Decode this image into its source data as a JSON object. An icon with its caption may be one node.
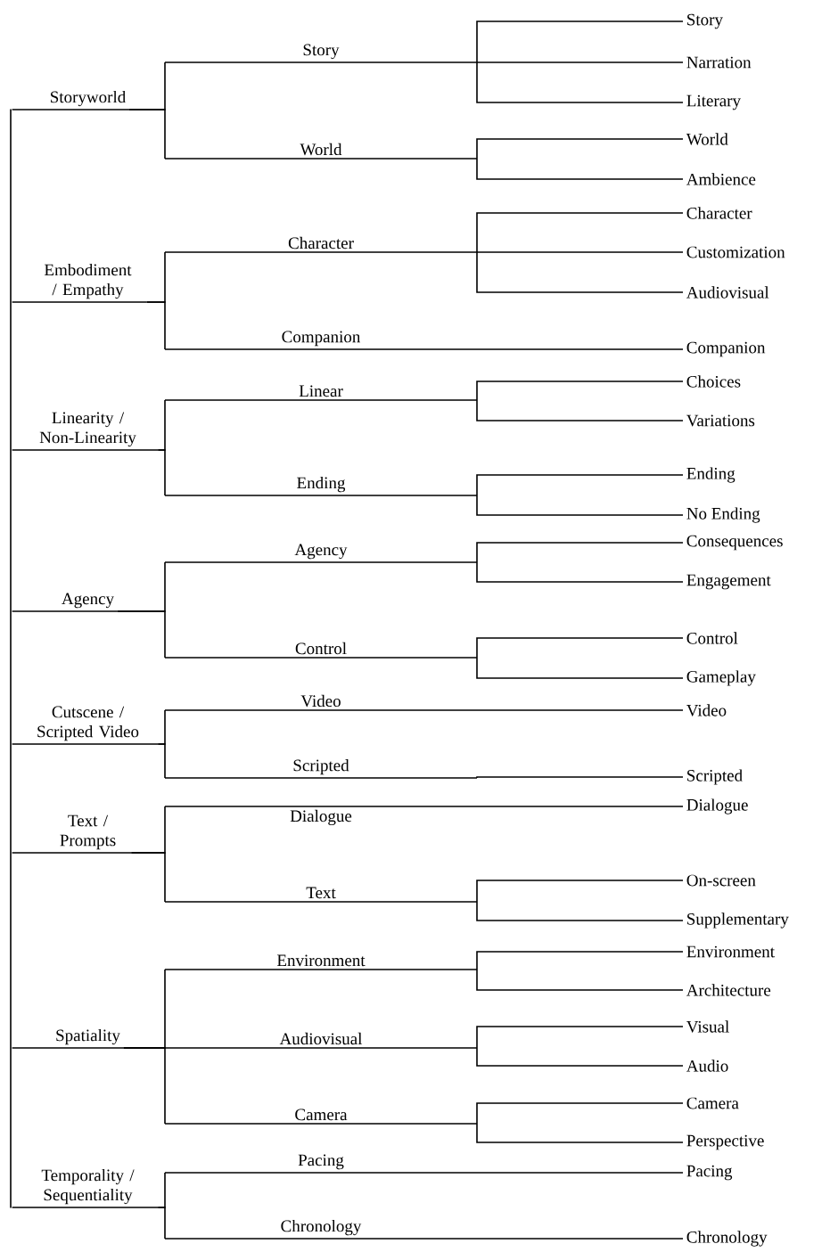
{
  "diagram": {
    "nodes": [
      {
        "text": [
          "Storyworld"
        ]
      },
      {
        "text": [
          "Story"
        ]
      },
      {
        "text": [
          "Story"
        ]
      },
      {
        "text": [
          "Narration"
        ]
      },
      {
        "text": [
          "Literary"
        ]
      },
      {
        "text": [
          "World"
        ]
      },
      {
        "text": [
          "World"
        ]
      },
      {
        "text": [
          "Ambience"
        ]
      },
      {
        "text": [
          "Embodiment / Empathy"
        ]
      },
      {
        "text": [
          "Character"
        ]
      },
      {
        "text": [
          "Character"
        ]
      },
      {
        "text": [
          "Customization"
        ]
      },
      {
        "text": [
          "Audiovisual"
        ]
      },
      {
        "text": [
          "Companion"
        ]
      },
      {
        "text": [
          "Companion"
        ]
      },
      {
        "text": [
          "Linearity / Non-Linearity"
        ]
      },
      {
        "text": [
          "Linear"
        ]
      },
      {
        "text": [
          "Choices"
        ]
      },
      {
        "text": [
          "Variations"
        ]
      },
      {
        "text": [
          "Ending"
        ]
      },
      {
        "text": [
          "Ending"
        ]
      },
      {
        "text": [
          "No Ending"
        ]
      },
      {
        "text": [
          "Agency"
        ]
      },
      {
        "text": [
          "Agency"
        ]
      },
      {
        "text": [
          "Consequences"
        ]
      },
      {
        "text": [
          "Engagement"
        ]
      },
      {
        "text": [
          "Control"
        ]
      },
      {
        "text": [
          "Control"
        ]
      },
      {
        "text": [
          "Gameplay"
        ]
      },
      {
        "text": [
          "Cutscene / Scripted Video"
        ]
      },
      {
        "text": [
          "Video"
        ]
      },
      {
        "text": [
          "Video"
        ]
      },
      {
        "text": [
          "Scripted"
        ]
      },
      {
        "text": [
          "Scripted"
        ]
      },
      {
        "text": [
          "Text / Prompts"
        ]
      },
      {
        "text": [
          "Dialogue"
        ]
      },
      {
        "text": [
          "Dialogue"
        ]
      },
      {
        "text": [
          "Text"
        ]
      },
      {
        "text": [
          "On-screen"
        ]
      },
      {
        "text": [
          "Supplementary"
        ]
      },
      {
        "text": [
          "Spatiality"
        ]
      },
      {
        "text": [
          "Environment"
        ]
      },
      {
        "text": [
          "Environment"
        ]
      },
      {
        "text": [
          "Architecture"
        ]
      },
      {
        "text": [
          "Audiovisual"
        ]
      },
      {
        "text": [
          "Visual"
        ]
      },
      {
        "text": [
          "Audio"
        ]
      },
      {
        "text": [
          "Camera"
        ]
      },
      {
        "text": [
          "Camera"
        ]
      },
      {
        "text": [
          "Perspective"
        ]
      },
      {
        "text": [
          "Temporality / Sequentiality"
        ]
      },
      {
        "text": [
          "Pacing"
        ]
      },
      {
        "text": [
          "Pacing"
        ]
      },
      {
        "text": [
          "Chronology"
        ]
      },
      {
        "text": [
          "Chronology"
        ]
      },
      {
        "text": [],
        "shape": "bar"
      }
    ],
    "edges": [
      {
        "from": 55,
        "to": 0,
        "arrow": "none"
      },
      {
        "from": 0,
        "to": 1,
        "arrow": "none"
      },
      {
        "from": 1,
        "to": 2,
        "arrow": "none"
      },
      {
        "from": 1,
        "to": 3,
        "arrow": "none"
      },
      {
        "from": 1,
        "to": 4,
        "arrow": "none"
      },
      {
        "from": 0,
        "to": 5,
        "arrow": "none"
      },
      {
        "from": 5,
        "to": 6,
        "arrow": "none"
      },
      {
        "from": 5,
        "to": 7,
        "arrow": "none"
      },
      {
        "from": 55,
        "to": 8,
        "arrow": "none"
      },
      {
        "from": 8,
        "to": 9,
        "arrow": "none"
      },
      {
        "from": 9,
        "to": 10,
        "arrow": "none"
      },
      {
        "from": 9,
        "to": 11,
        "arrow": "none"
      },
      {
        "from": 9,
        "to": 12,
        "arrow": "none"
      },
      {
        "from": 8,
        "to": 13,
        "arrow": "none"
      },
      {
        "from": 13,
        "to": 14,
        "arrow": "none"
      },
      {
        "from": 55,
        "to": 15,
        "arrow": "none"
      },
      {
        "from": 15,
        "to": 16,
        "arrow": "none"
      },
      {
        "from": 16,
        "to": 17,
        "arrow": "none"
      },
      {
        "from": 16,
        "to": 18,
        "arrow": "none"
      },
      {
        "from": 15,
        "to": 19,
        "arrow": "none"
      },
      {
        "from": 19,
        "to": 20,
        "arrow": "none"
      },
      {
        "from": 19,
        "to": 21,
        "arrow": "none"
      },
      {
        "from": 55,
        "to": 22,
        "arrow": "none"
      },
      {
        "from": 22,
        "to": 23,
        "arrow": "none"
      },
      {
        "from": 23,
        "to": 24,
        "arrow": "none"
      },
      {
        "from": 23,
        "to": 25,
        "arrow": "none"
      },
      {
        "from": 22,
        "to": 26,
        "arrow": "none"
      },
      {
        "from": 26,
        "to": 27,
        "arrow": "none"
      },
      {
        "from": 26,
        "to": 28,
        "arrow": "none"
      },
      {
        "from": 55,
        "to": 29,
        "arrow": "none"
      },
      {
        "from": 29,
        "to": 30,
        "arrow": "none"
      },
      {
        "from": 30,
        "to": 31,
        "arrow": "none"
      },
      {
        "from": 29,
        "to": 32,
        "arrow": "none"
      },
      {
        "from": 32,
        "to": 33,
        "arrow": "none"
      },
      {
        "from": 55,
        "to": 34,
        "arrow": "none"
      },
      {
        "from": 34,
        "to": 35,
        "arrow": "none"
      },
      {
        "from": 35,
        "to": 36,
        "arrow": "none"
      },
      {
        "from": 34,
        "to": 37,
        "arrow": "none"
      },
      {
        "from": 37,
        "to": 38,
        "arrow": "none"
      },
      {
        "from": 37,
        "to": 39,
        "arrow": "none"
      },
      {
        "from": 55,
        "to": 40,
        "arrow": "none"
      },
      {
        "from": 40,
        "to": 41,
        "arrow": "none"
      },
      {
        "from": 41,
        "to": 42,
        "arrow": "none"
      },
      {
        "from": 41,
        "to": 43,
        "arrow": "none"
      },
      {
        "from": 40,
        "to": 44,
        "arrow": "none"
      },
      {
        "from": 44,
        "to": 45,
        "arrow": "none"
      },
      {
        "from": 44,
        "to": 46,
        "arrow": "none"
      },
      {
        "from": 40,
        "to": 47,
        "arrow": "none"
      },
      {
        "from": 47,
        "to": 48,
        "arrow": "none"
      },
      {
        "from": 47,
        "to": 49,
        "arrow": "none"
      },
      {
        "from": 55,
        "to": 50,
        "arrow": "none"
      },
      {
        "from": 50,
        "to": 51,
        "arrow": "none"
      },
      {
        "from": 51,
        "to": 52,
        "arrow": "none"
      },
      {
        "from": 50,
        "to": 53,
        "arrow": "none"
      },
      {
        "from": 53,
        "to": 54,
        "arrow": "none"
      }
    ]
  }
}
